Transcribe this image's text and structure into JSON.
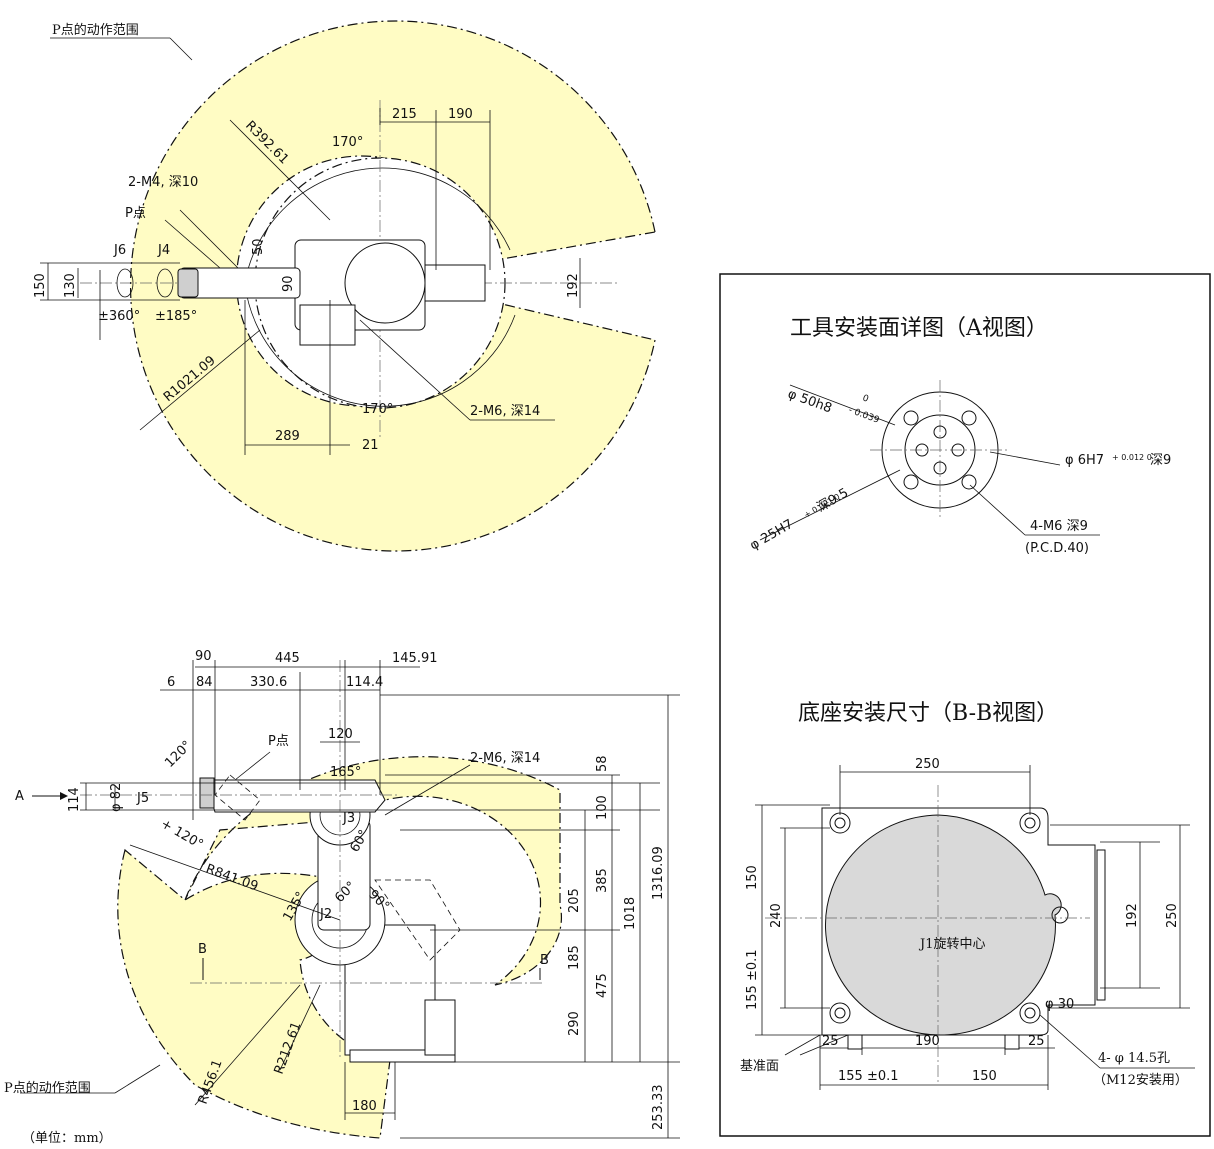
{
  "top_view": {
    "range_label": "P点的动作范围",
    "dims": {
      "d215": "215",
      "d190": "190",
      "angle_top": "170°",
      "r392": "R392.61",
      "m4": "2-M4, 深10",
      "p_point": "P点",
      "j6": "J6",
      "j4": "J4",
      "d150": "150",
      "d130": "130",
      "d50": "50",
      "d90": "90",
      "d192": "192",
      "rot360": "±360°",
      "rot185": "±185°",
      "r1021": "R1021.09",
      "angle_bottom": "170°",
      "m6": "2-M6, 深14",
      "d289": "289",
      "d21": "21"
    }
  },
  "side_view": {
    "range_label": "P点的动作范围",
    "unit_note": "（单位：mm）",
    "dims": {
      "d90": "90",
      "d445": "445",
      "d145": "145.91",
      "d6": "6",
      "d84": "84",
      "d330": "330.6",
      "d114_4": "114.4",
      "d120": "120",
      "p_point": "P点",
      "m6": "2-M6, 深14",
      "a120_top": "120°",
      "d165": "165°",
      "a_label": "A",
      "d114": "114",
      "phi82": "φ 82",
      "j5": "J5",
      "j3": "J3",
      "j2": "J2",
      "a120_bot": "+ 120°",
      "d58": "58",
      "d100": "100",
      "d385": "385",
      "d205": "205",
      "d185": "185",
      "d475": "475",
      "d290": "290",
      "d1018": "1018",
      "d1316": "1316.09",
      "d253": "253.33",
      "r841": "R841.09",
      "a60a": "60°",
      "a60b": "60°",
      "a90": "90°",
      "a135": "135°",
      "b_left": "B",
      "b_right": "B",
      "r212": "R212.61",
      "r456": "R456.1",
      "d180": "180"
    }
  },
  "tool_detail": {
    "title": "工具安装面详图（A视图）",
    "phi50": "φ 50h8",
    "phi50_tol_up": "0",
    "phi50_tol_dn": "- 0.039",
    "phi6": "φ 6H7",
    "phi6_tol": "+ 0.012 0",
    "phi6_depth": "深9",
    "phi25": "φ 25H7",
    "phi25_tol": "+ 0.021 0",
    "phi25_depth": "深9.5",
    "m6": "4-M6 深9",
    "pcd": "(P.C.D.40)"
  },
  "base_detail": {
    "title": "底座安装尺寸（B-B视图）",
    "d250_top": "250",
    "d150": "150",
    "d240": "240",
    "d155": "155 ±0.1",
    "d192": "192",
    "d250_right": "250",
    "center_label": "J1旋转中心",
    "phi30": "φ 30",
    "d25_left": "25",
    "d190": "190",
    "d25_right": "25",
    "ref_face": "基准面",
    "holes": "4- φ 14.5孔",
    "holes_note": "（M12安装用）",
    "d155_bottom": "155 ±0.1",
    "d150_bottom": "150"
  },
  "colors": {
    "zone": "#fffcc4",
    "line": "#111111"
  }
}
